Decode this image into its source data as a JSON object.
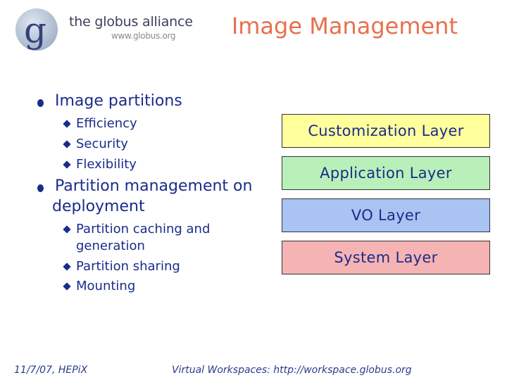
{
  "logo": {
    "line1": "the globus alliance",
    "line2": "www.globus.org"
  },
  "title": "Image Management",
  "bullets": [
    {
      "text": "Image partitions",
      "sub": [
        "Efficiency",
        "Security",
        "Flexibility"
      ]
    },
    {
      "text_line1": "Partition management on",
      "text_line2": "deployment",
      "sub": [
        "Partition caching and",
        "generation",
        "Partition sharing",
        "Mounting"
      ]
    }
  ],
  "layers": [
    {
      "label": "Customization Layer",
      "color": "#ffff9c"
    },
    {
      "label": "Application Layer",
      "color": "#b9f0b9"
    },
    {
      "label": "VO Layer",
      "color": "#a9c3f2"
    },
    {
      "label": "System Layer",
      "color": "#f6b3b3"
    }
  ],
  "footer": {
    "left": "11/7/07, HEPiX",
    "center": "Virtual Workspaces: http://workspace.globus.org"
  },
  "colors": {
    "title": "#e8704c",
    "text": "#1a2c8a"
  }
}
